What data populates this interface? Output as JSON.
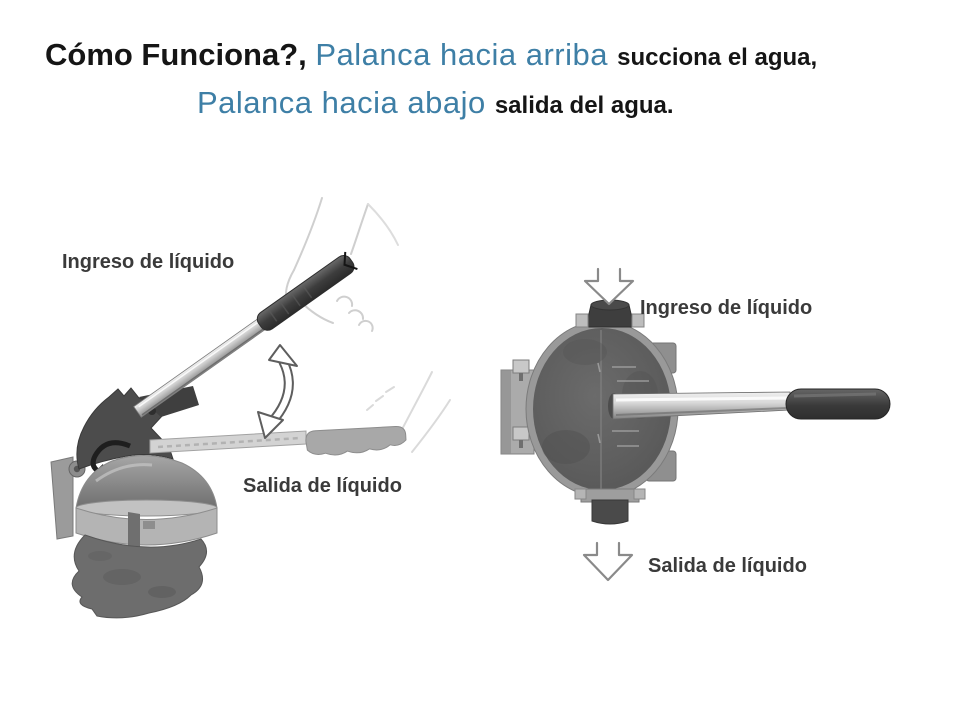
{
  "slide": {
    "background": "#ffffff"
  },
  "title": {
    "line1_main": "Cómo Funciona?, ",
    "line1_blue": "Palanca hacia arriba ",
    "line1_note": "succiona el agua,",
    "line2_blue": "Palanca hacia abajo ",
    "line2_note": "salida del agua."
  },
  "colors": {
    "background": "#ffffff",
    "title_black": "#151515",
    "title_blue": "#3e7fa6",
    "label_gray": "#3a3a3a"
  },
  "left_figure": {
    "inlet_label": "Ingreso de líquido",
    "outlet_label": "Salida de líquido",
    "motion_arrow_icon": "curved-double-arrow"
  },
  "right_figure": {
    "inlet_label": "Ingreso de líquido",
    "outlet_label": "Salida de líquido",
    "inlet_arrow_icon": "hollow-down-arrow",
    "outlet_arrow_icon": "hollow-down-arrow"
  }
}
